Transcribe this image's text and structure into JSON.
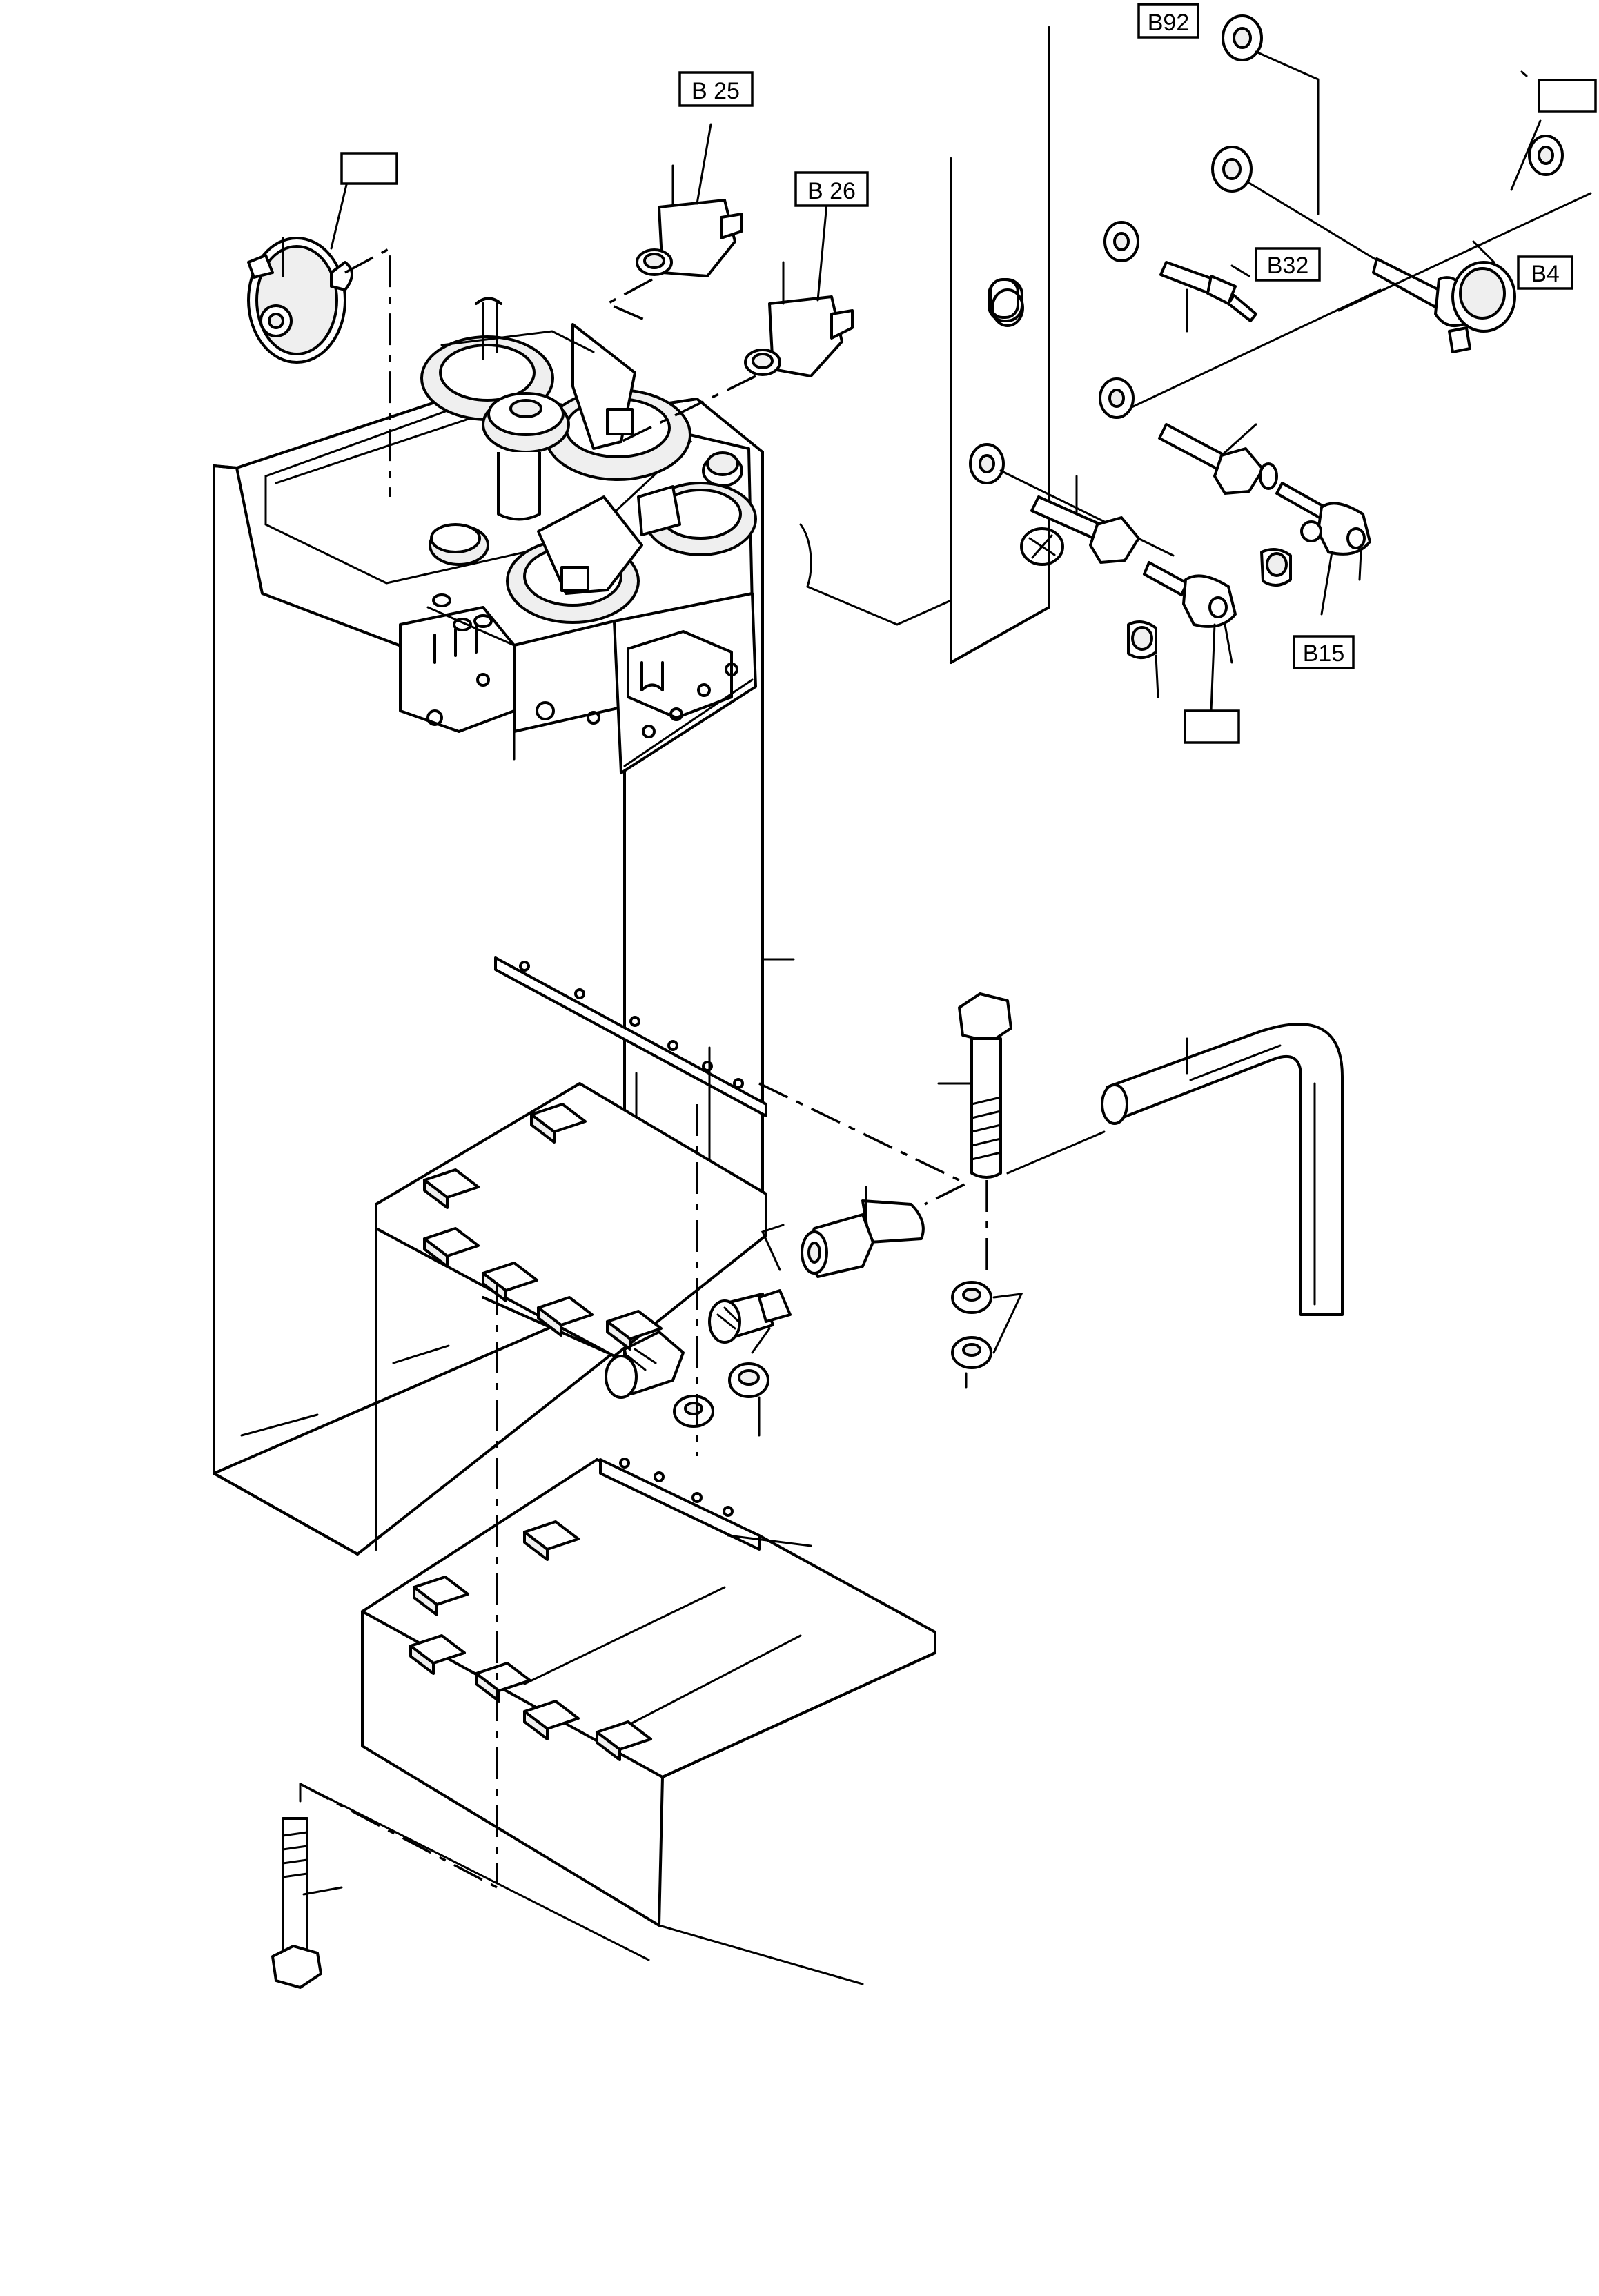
{
  "title": "",
  "callouts": {
    "b92": "B92",
    "b25": "B 25",
    "b26": "B 26",
    "b32": "B32",
    "b4": "B4",
    "b15": "B15",
    "blank_top_left": "",
    "blank_top_right": "",
    "blank_mid_right": ""
  }
}
